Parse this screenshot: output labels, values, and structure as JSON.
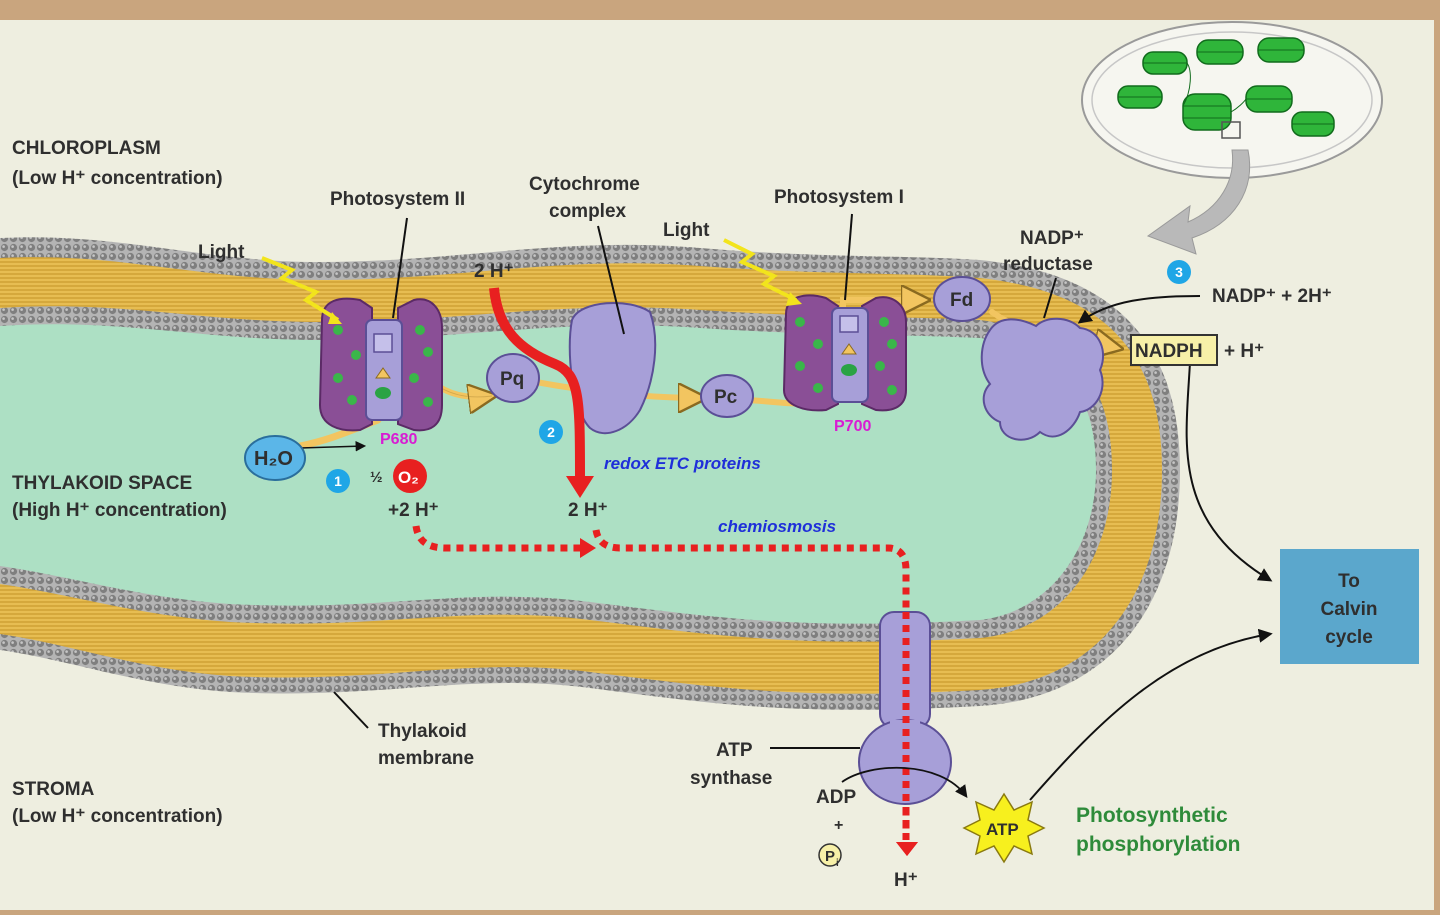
{
  "regions": {
    "chloroplast_title": "CHLOROPLASM",
    "chloroplast_sub": "(Low H⁺ concentration)",
    "thylakoid_space_title": "THYLAKOID SPACE",
    "thylakoid_space_sub": "(High H⁺ concentration)",
    "stroma_title": "STROMA",
    "stroma_sub": "(Low H⁺ concentration)"
  },
  "labels": {
    "photosystem_ii": "Photosystem II",
    "cytochrome_1": "Cytochrome",
    "cytochrome_2": "complex",
    "photosystem_i": "Photosystem I",
    "light_1": "Light",
    "light_2": "Light",
    "nadp_reductase_1": "NADP⁺",
    "nadp_reductase_2": "reductase",
    "nadp_plus": "NADP⁺ + 2H⁺",
    "nadph": "NADPH",
    "nadph_h": "+ H⁺",
    "pq": "Pq",
    "pc": "Pc",
    "fd": "Fd",
    "p680": "P680",
    "p700": "P700",
    "h2o": "H₂O",
    "half": "½",
    "o2": "O₂",
    "plus_2h": "+2 H⁺",
    "two_h_top": "2 H⁺",
    "two_h_mid": "2 H⁺",
    "redox": "redox ETC proteins",
    "chemiosmosis": "chemiosmosis",
    "thylakoid_membrane_1": "Thylakoid",
    "thylakoid_membrane_2": "membrane",
    "atp_synthase_1": "ATP",
    "atp_synthase_2": "synthase",
    "adp": "ADP",
    "plus": "+",
    "pi": "P",
    "pi_sub": "i",
    "h_plus_bottom": "H⁺",
    "atp": "ATP",
    "calvin_1": "To",
    "calvin_2": "Calvin",
    "calvin_3": "cycle",
    "photo_phos_1": "Photosynthetic",
    "photo_phos_2": "phosphorylation",
    "step_1": "1",
    "step_2": "2",
    "step_3": "3"
  },
  "colors": {
    "background": "#eeeee0",
    "thylakoid_space": "#ade0c4",
    "membrane_core": "#e6b84a",
    "lipid_head": "#8d8d8d",
    "protein_purple": "#8a4f96",
    "protein_lavender": "#a79fd8",
    "electron_arrow": "#f2c560",
    "proton_red": "#e82020",
    "calvin_box": "#5ba7cc",
    "step_badge": "#1fa6e6",
    "chloroplast_green": "#2fb53a"
  }
}
